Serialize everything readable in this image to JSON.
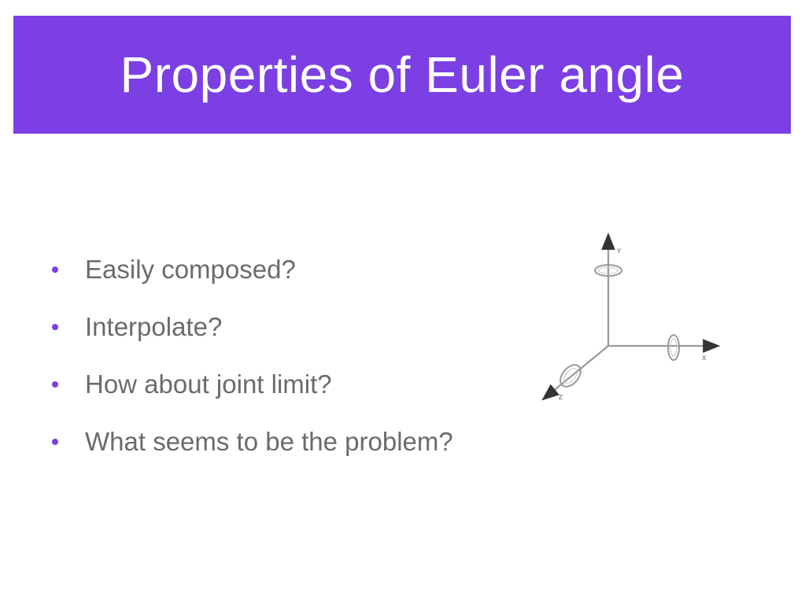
{
  "slide": {
    "title": "Properties of Euler angle",
    "bullets": [
      "Easily composed?",
      "Interpolate?",
      "How about joint limit?",
      "What seems to be the problem?"
    ]
  },
  "figure": {
    "axis_labels": {
      "y": "Y",
      "x": "X",
      "z": "Z"
    }
  },
  "colors": {
    "accent": "#7b3fe4",
    "title_text": "#ffffff",
    "body_text": "#6b6b6b"
  }
}
